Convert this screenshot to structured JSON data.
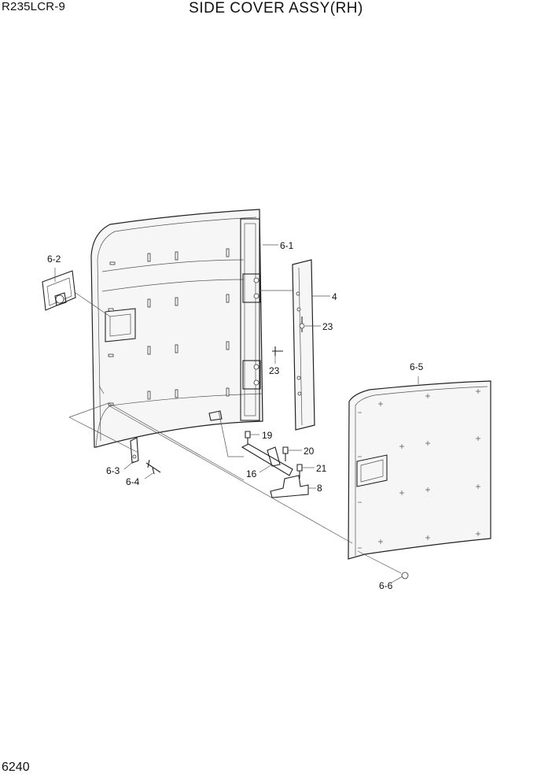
{
  "header": {
    "model": "R235LCR-9",
    "title": "SIDE COVER ASSY(RH)"
  },
  "footer": {
    "page_number": "6240"
  },
  "callouts": {
    "p6_1": "6-1",
    "p6_2": "6-2",
    "p6_3": "6-3",
    "p6_4": "6-4",
    "p6_5": "6-5",
    "p6_6": "6-6",
    "p4": "4",
    "p8": "8",
    "p16": "16",
    "p19": "19",
    "p20": "20",
    "p21": "21",
    "p23a": "23",
    "p23b": "23"
  }
}
